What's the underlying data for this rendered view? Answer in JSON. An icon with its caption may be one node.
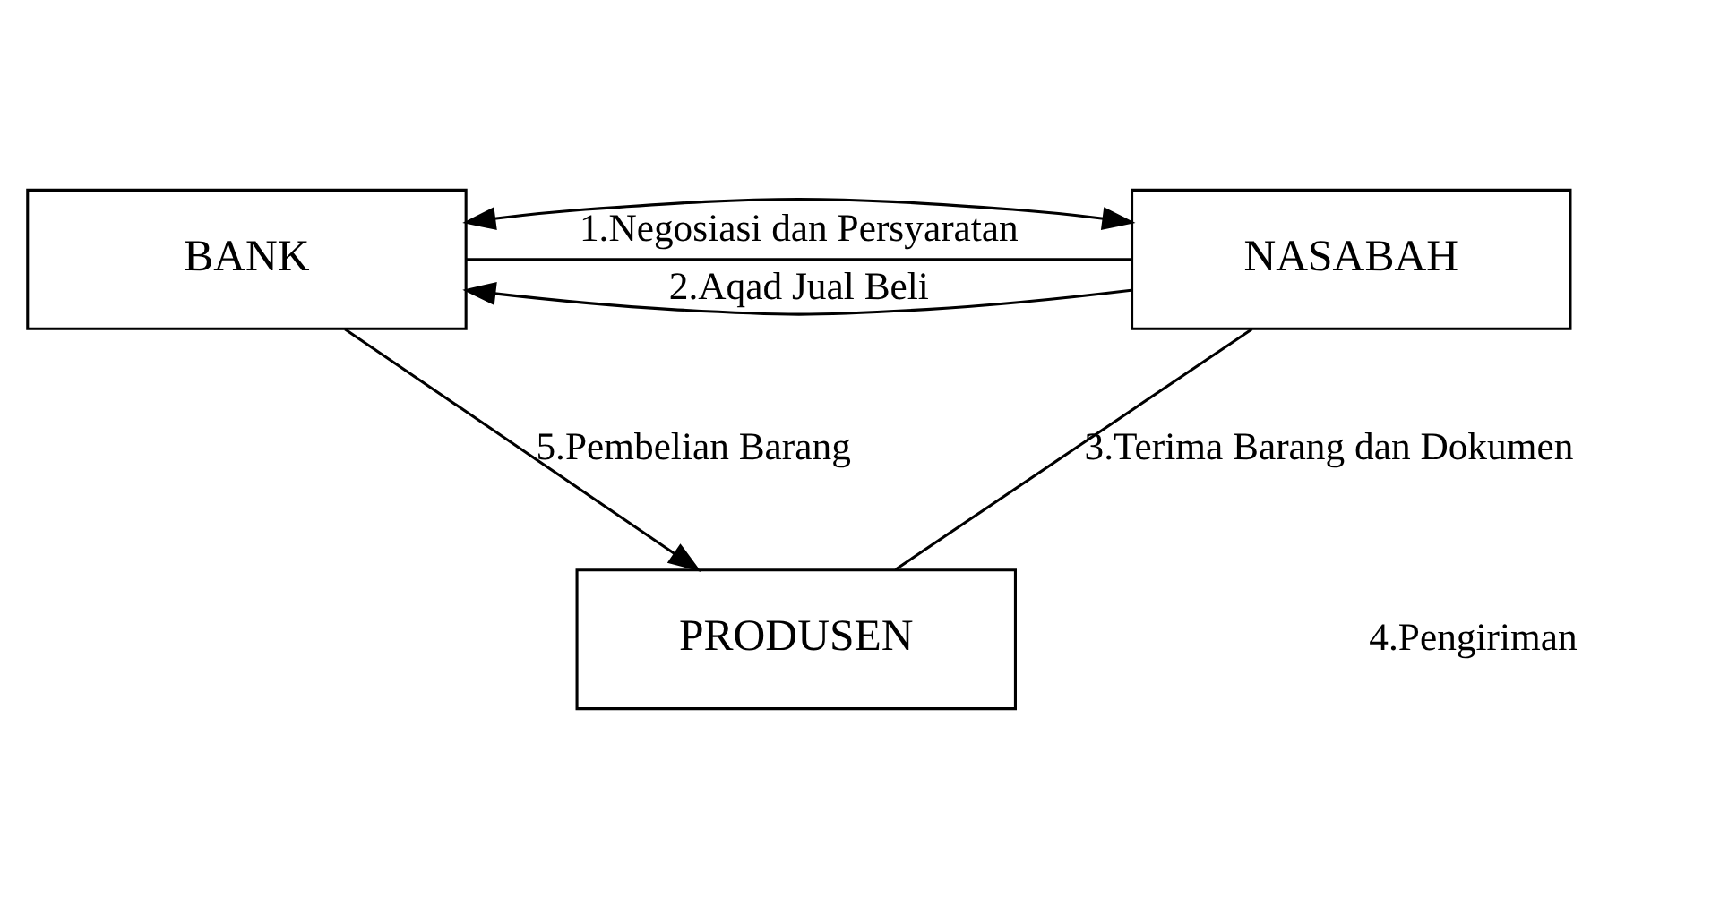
{
  "diagram": {
    "nodes": [
      {
        "text": [
          "BANK"
        ]
      },
      {
        "text": [
          "NASABAH"
        ]
      },
      {
        "text": [
          "PRODUSEN"
        ]
      }
    ],
    "edges": [
      {
        "from": 0,
        "to": 1,
        "arrow": "none",
        "label": "1.Negosiasi dan Persyaratan"
      },
      {
        "from": 0,
        "to": 1,
        "arrow": "both"
      },
      {
        "from": 1,
        "to": 0,
        "arrow": "to",
        "label": "2.Aqad Jual Beli"
      },
      {
        "from": 0,
        "to": 2,
        "arrow": "to",
        "label": "5.Pembelian Barang"
      },
      {
        "from": 2,
        "to": 1,
        "arrow": "none",
        "label": "3.Terima Barang dan Dokumen"
      }
    ],
    "labels": [
      "4.Pengiriman"
    ]
  }
}
